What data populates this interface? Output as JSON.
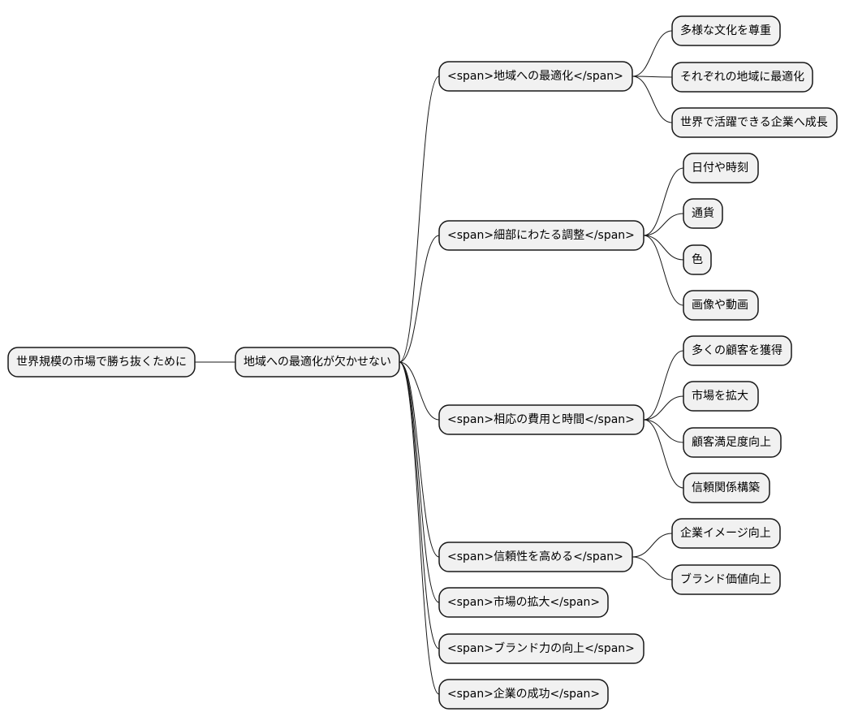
{
  "mindmap": {
    "root": {
      "label": "世界規模の市場で勝ち抜くために"
    },
    "hub": {
      "label": "地域への最適化が欠かせない"
    },
    "branches": [
      {
        "label": "<span>地域への最適化</span>",
        "children": [
          "多様な文化を尊重",
          "それぞれの地域に最適化",
          "世界で活躍できる企業へ成長"
        ]
      },
      {
        "label": "<span>細部にわたる調整</span>",
        "children": [
          "日付や時刻",
          "通貨",
          "色",
          "画像や動画"
        ]
      },
      {
        "label": "<span>相応の費用と時間</span>",
        "children": [
          "多くの顧客を獲得",
          "市場を拡大",
          "顧客満足度向上",
          "信頼関係構築"
        ]
      },
      {
        "label": "<span>信頼性を高める</span>",
        "children": [
          "企業イメージ向上",
          "ブランド価値向上"
        ]
      },
      {
        "label": "<span>市場の拡大</span>",
        "children": []
      },
      {
        "label": "<span>ブランド力の向上</span>",
        "children": []
      },
      {
        "label": "<span>企業の成功</span>",
        "children": []
      }
    ]
  }
}
